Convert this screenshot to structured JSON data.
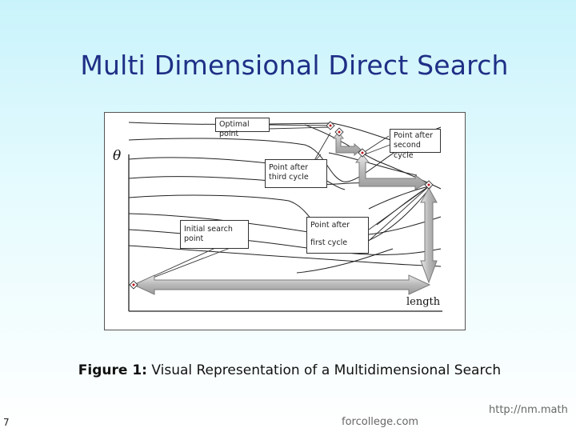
{
  "slide": {
    "title": "Multi Dimensional Direct Search",
    "page_number": "7",
    "footer_url_part1": "http://nm.math",
    "footer_url_part2": "forcollege.com"
  },
  "figure": {
    "axis_y_label": "θ",
    "axis_x_label": "length",
    "callouts": {
      "optimal": "Optimal point",
      "second_l1": "Point after",
      "second_l2": "second cycle",
      "third_l1": "Point after",
      "third_l2": "third cycle",
      "initial_l1": "Initial search",
      "initial_l2": "point",
      "first_l1": "Point after",
      "first_l2": "first cycle"
    },
    "caption_label": "Figure 1:",
    "caption_text": " Visual Representation of a Multidimensional Search"
  },
  "colors": {
    "title": "#1f2f86",
    "arrow_fill": "#c8c8c8",
    "arrow_stroke": "#7a7a7a",
    "marker_red": "#c0141a"
  }
}
